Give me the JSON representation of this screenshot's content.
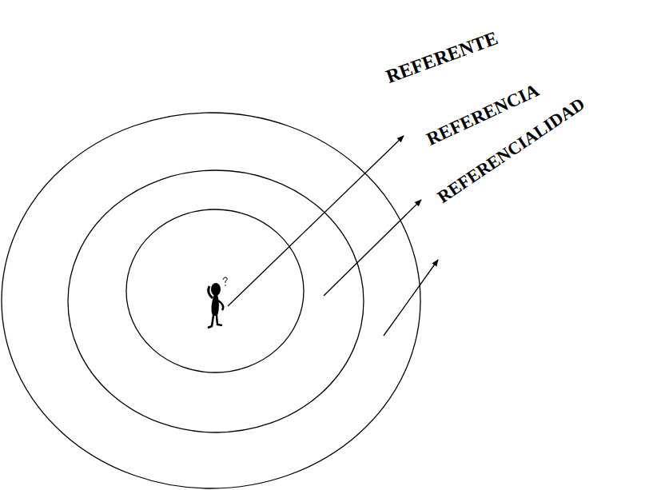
{
  "diagram": {
    "labels": [
      "REFERENTE",
      "REFERENCIA",
      "REFERENCIALIDAD"
    ]
  }
}
